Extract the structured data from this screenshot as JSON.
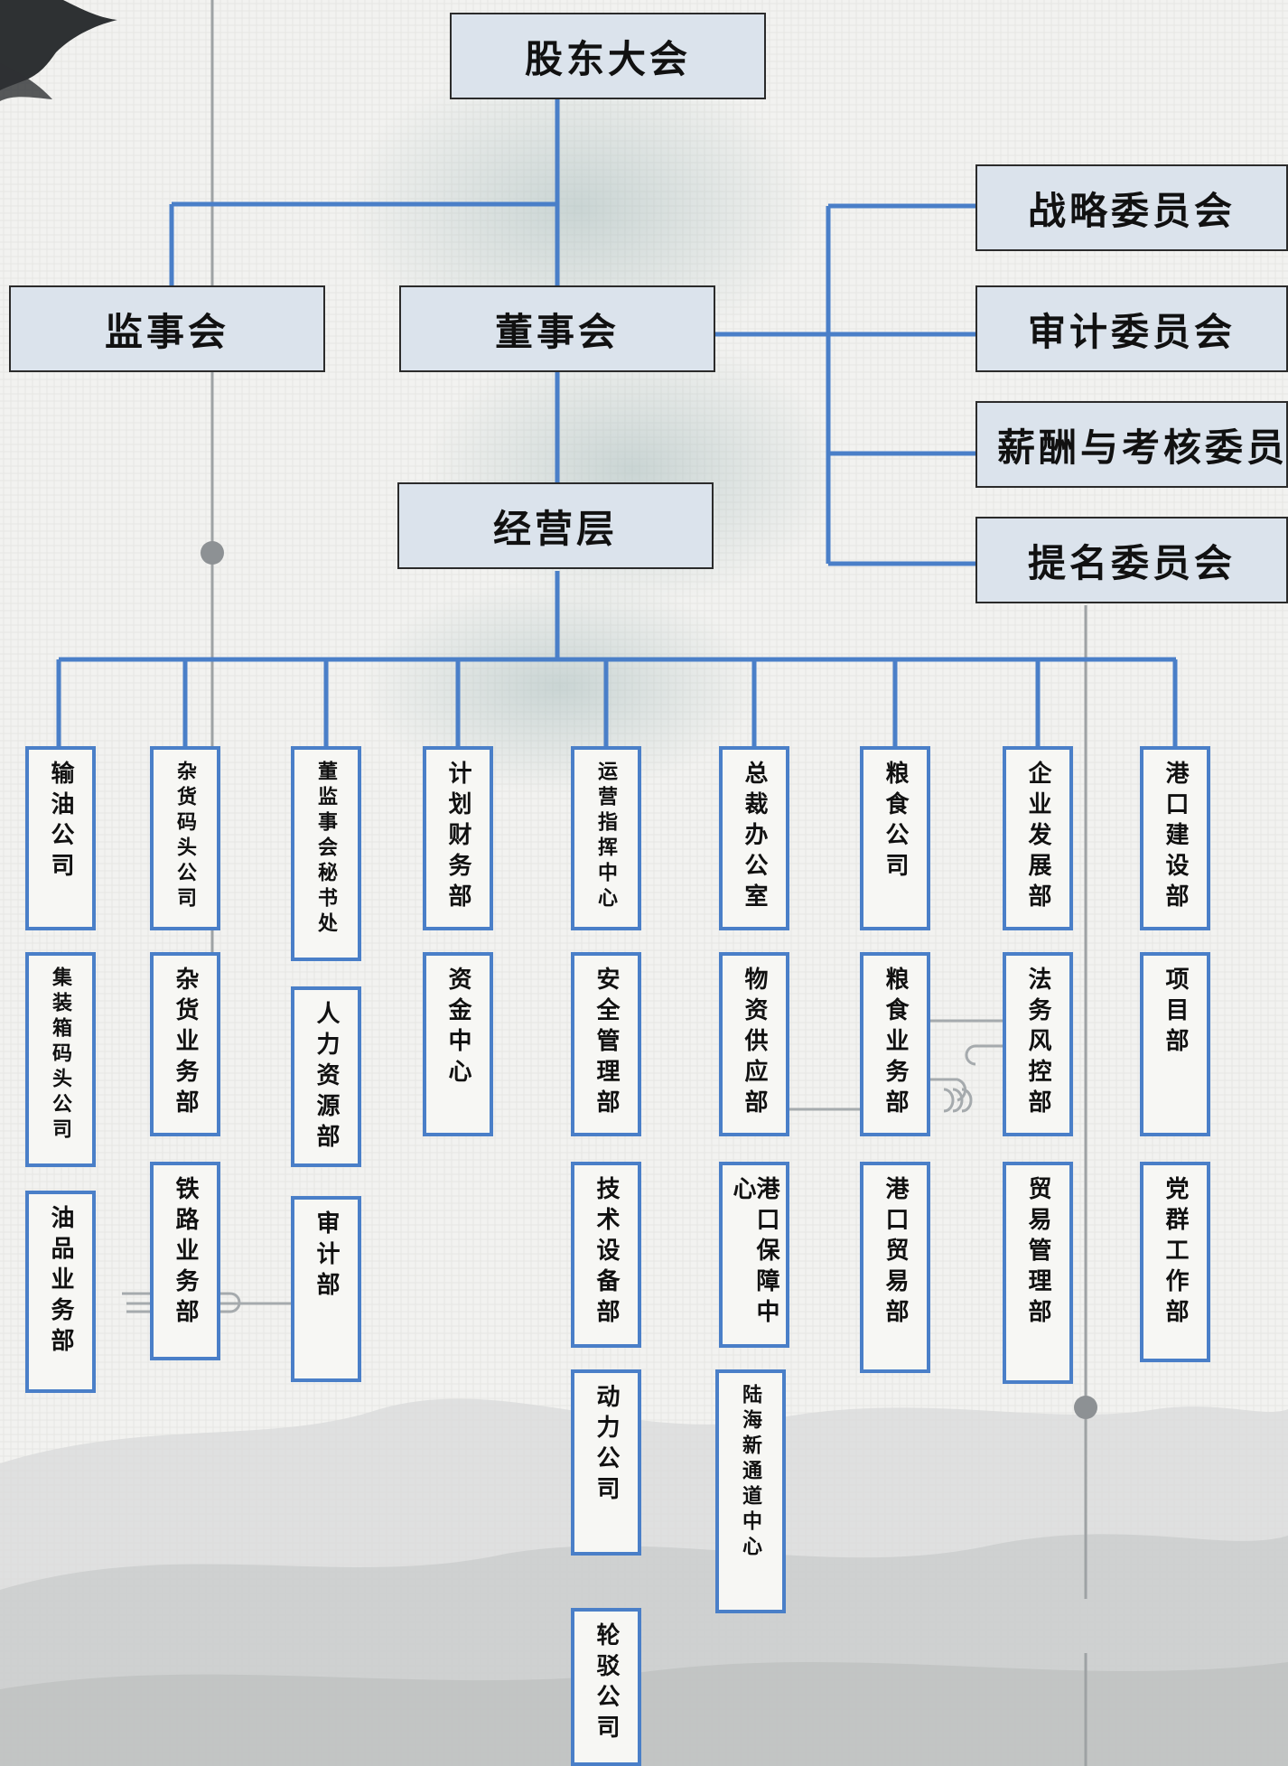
{
  "top": {
    "shareholders": "股东大会",
    "supervisors": "监事会",
    "board": "董事会",
    "management": "经营层"
  },
  "committees": [
    "战略委员会",
    "审计委员会",
    "薪酬与考核委员",
    "提名委员会"
  ],
  "columns": [
    [
      "输油公司",
      "集装箱码头公司",
      "油品业务部"
    ],
    [
      "杂货码头公司",
      "杂货业务部",
      "铁路业务部"
    ],
    [
      "董监事会秘书处",
      "人力资源部",
      "审计部"
    ],
    [
      "计划财务部",
      "资金中心"
    ],
    [
      "运营指挥中心",
      "安全管理部",
      "技术设备部",
      "动力公司",
      "轮驳公司"
    ],
    [
      "总裁办公室",
      "物资供应部",
      "港口保障中心",
      "陆海新通道中心"
    ],
    [
      "粮食公司",
      "粮食业务部",
      "港口贸易部"
    ],
    [
      "企业发展部",
      "法务风控部",
      "贸易管理部"
    ],
    [
      "港口建设部",
      "项目部",
      "党群工作部"
    ]
  ],
  "colors": {
    "connector": "#4a7fc8",
    "box_fill": "#dbe3ec",
    "box_border": "#2b2b2b"
  }
}
